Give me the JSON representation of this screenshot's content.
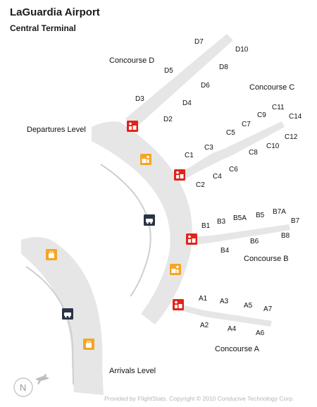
{
  "header": {
    "title": "LaGuardia Airport",
    "subtitle": "Central Terminal"
  },
  "labels": {
    "departures": "Departures Level",
    "arrivals": "Arrivals Level",
    "concourse_a": "Concourse A",
    "concourse_b": "Concourse B",
    "concourse_c": "Concourse C",
    "concourse_d": "Concourse D"
  },
  "gates": {
    "a": [
      "A1",
      "A2",
      "A3",
      "A4",
      "A5",
      "A6",
      "A7"
    ],
    "b": [
      "B1",
      "B3",
      "B4",
      "B5A",
      "B5",
      "B6",
      "B7A",
      "B7",
      "B8"
    ],
    "c": [
      "C1",
      "C2",
      "C3",
      "C4",
      "C5",
      "C6",
      "C7",
      "C8",
      "C9",
      "C10",
      "C11",
      "C12",
      "C14"
    ],
    "d": [
      "D2",
      "D3",
      "D4",
      "D5",
      "D6",
      "D7",
      "D8",
      "D10"
    ]
  },
  "compass": {
    "letter": "N"
  },
  "footer": {
    "credit": "Provided by FlightStats. Copyright © 2010 Conducive Technology Corp."
  },
  "colors": {
    "terminal": "#e6e6e6",
    "security": "#e2231a",
    "baggage": "#f5a623",
    "ground_transport": "#2b3446",
    "arc_line": "#cfcfcf"
  },
  "icons": [
    "security-checkpoint-icon",
    "baggage-icon",
    "ground-transport-icon",
    "plane-icon"
  ]
}
